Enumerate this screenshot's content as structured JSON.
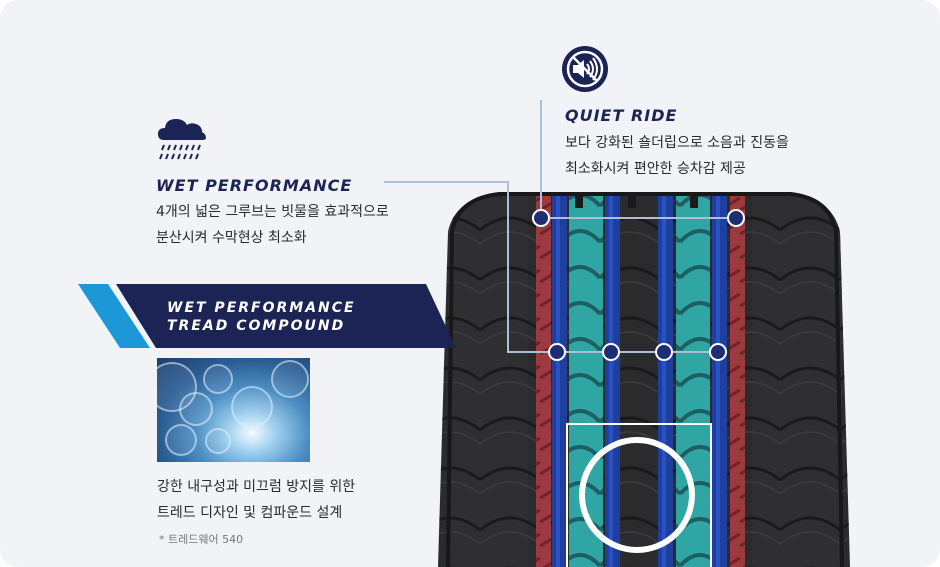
{
  "features": {
    "quiet_ride": {
      "title": "QUIET RIDE",
      "line1": "보다 강화된 숄더립으로 소음과 진동을",
      "line2": "최소화시켜 편안한 승차감 제공",
      "icon": "mute-speaker-icon"
    },
    "wet_performance": {
      "title": "WET PERFORMANCE",
      "line1": "4개의 넓은 그루브는 빗물을 효과적으로",
      "line2": "분산시켜 수막현상 최소화",
      "icon": "rain-cloud-icon"
    },
    "compound": {
      "banner_line1": "WET PERFORMANCE",
      "banner_line2": "TREAD COMPOUND",
      "line1": "강한 내구성과 미끄럼 방지를 위한",
      "line2": "트레드 디자인 및 컴파운드 설계",
      "note": "* 트레드웨어 540"
    }
  },
  "colors": {
    "navy": "#1c2455",
    "banner_blue": "#1d98d6",
    "connector": "#aebfd6",
    "groove_blue": "#1f3f9e",
    "shoulder_red": "#9c3a3f",
    "rib_teal": "#2fa6a4",
    "tire_dark": "#2b2b2d"
  }
}
